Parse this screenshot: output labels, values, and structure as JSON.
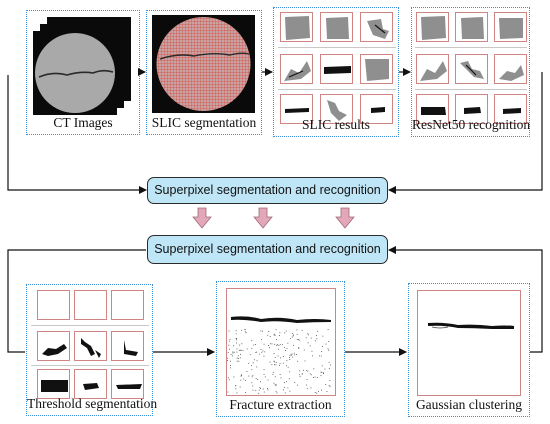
{
  "labels": {
    "ct_images": "CT Images",
    "slic_segmentation": "SLIC segmentation",
    "slic_results": "SLIC results",
    "resnet_recognition": "ResNet50 recognition",
    "threshold_segmentation": "Threshold segmentation",
    "fracture_extraction": "Fracture extraction",
    "gaussian_clustering": "Gaussian clustering"
  },
  "banners": {
    "top": "Superpixel segmentation and recognition",
    "bottom": "Superpixel segmentation and recognition"
  },
  "colors": {
    "panel_border": "#3a8fd6",
    "banner_fill": "#bfe6f7",
    "down_arrow_fill": "#e2a7b8",
    "tile_border": "#d08484",
    "slic_grid": "#d9443a"
  }
}
